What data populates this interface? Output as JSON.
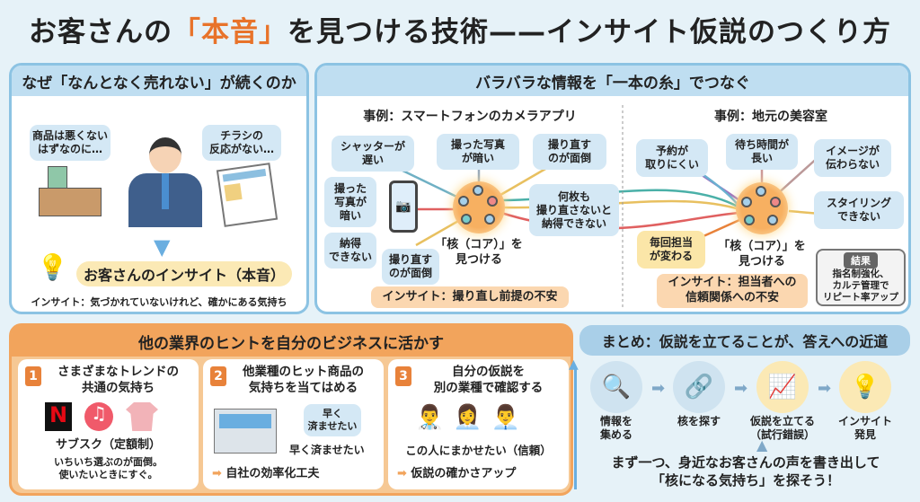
{
  "title": {
    "pre": "お客さんの",
    "highlight": "「本音」",
    "post": "を見つける技術——インサイト仮説のつくり方"
  },
  "panel1": {
    "header": "なぜ「なんとなく売れない」が続くのか",
    "bubble_left": "商品は悪くない\nはずなのに…",
    "bubble_right": "チラシの\n反応がない…",
    "insight_label": "お客さんのインサイト（本音）",
    "definition": "インサイト：気づかれていないけれど、確かにある気持ち"
  },
  "panel2": {
    "header": "バラバラな情報を「一本の糸」でつなぐ",
    "case1": {
      "title": "事例：スマートフォンのカメラアプリ",
      "nodes": [
        "シャッターが\n遅い",
        "撮った写真\nが暗い",
        "撮り直す\nのが面倒",
        "撮った\n写真が\n暗い",
        "納得\nできない",
        "撮り直す\nのが面倒",
        "何枚も\n撮り直さないと\n納得できない"
      ],
      "core": "「核（コア）」を\n見つける",
      "insight": "インサイト：撮り直し前提の不安"
    },
    "case2": {
      "title": "事例：地元の美容室",
      "nodes": [
        "予約が\n取りにくい",
        "待ち時間が\n長い",
        "イメージが\n伝わらない",
        "スタイリング\nできない",
        "毎回担当\nが変わる"
      ],
      "core": "「核（コア）」を\n見つける",
      "insight": "インサイト：担当者への\n信頼関係への不安",
      "result_label": "結果",
      "result_text": "指名制強化、\nカルテ管理で\nリピート率アップ"
    }
  },
  "panel3": {
    "header": "他の業界のヒントを自分のビジネスに活かす",
    "cards": [
      {
        "num": "1",
        "title": "さまざまなトレンドの\n共通の気持ち",
        "caption": "サブスク（定額制）",
        "text": "いちいち選ぶのが面倒。\n使いたいときにすぐ。",
        "logo_letter": "N"
      },
      {
        "num": "2",
        "title": "他業種のヒット商品の\n気持ちを当てはめる",
        "bubble": "早く\n済ませたい",
        "caption": "早く済ませたい",
        "result": "自社の効率化工夫"
      },
      {
        "num": "3",
        "title": "自分の仮説を\n別の業種で確認する",
        "caption": "この人にまかせたい（信頼）",
        "result": "仮説の確かさアップ"
      }
    ]
  },
  "summary": {
    "header": "まとめ：仮説を立てることが、答えへの近道",
    "steps": [
      "情報を\n集める",
      "核を探す",
      "仮説を立てる\n（試行錯誤）",
      "インサイト\n発見"
    ],
    "cta": "まず一つ、身近なお客さんの声を書き出して\n「核になる気持ち」を探そう！"
  },
  "colors": {
    "accent": "#e8732a",
    "panel_blue": "#8cc3e3",
    "orange": "#f2a45c"
  }
}
